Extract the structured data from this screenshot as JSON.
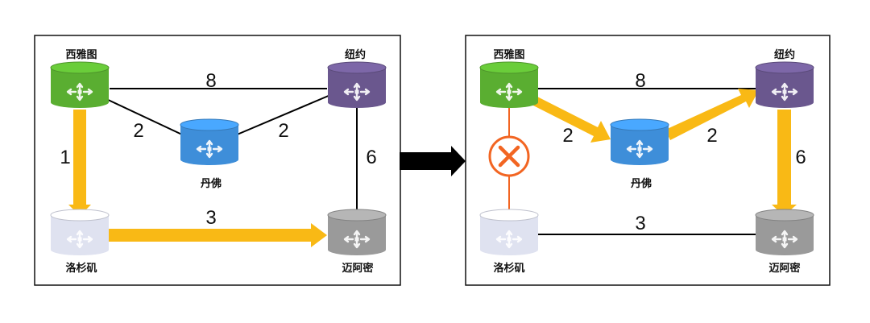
{
  "nodes": {
    "seattle": {
      "label": "西雅图",
      "color": "#5aae31"
    },
    "newyork": {
      "label": "纽约",
      "color": "#6a578e"
    },
    "denver": {
      "label": "丹佛",
      "color": "#3e8ed9"
    },
    "la": {
      "label": "洛杉矶",
      "color": "#dfe2f0"
    },
    "miami": {
      "label": "迈阿密",
      "color": "#9a9a9a"
    }
  },
  "left_panel": {
    "links": {
      "seattle_newyork": "8",
      "seattle_denver": "2",
      "denver_newyork": "2",
      "newyork_miami": "6",
      "seattle_la": "1",
      "la_miami": "3"
    },
    "highlighted_path": [
      "西雅图",
      "洛杉矶",
      "迈阿密"
    ]
  },
  "right_panel": {
    "links": {
      "seattle_newyork": "8",
      "seattle_denver": "2",
      "denver_newyork": "2",
      "newyork_miami": "6",
      "la_miami": "3"
    },
    "failed_link": [
      "西雅图",
      "洛杉矶"
    ],
    "highlighted_path": [
      "西雅图",
      "丹佛",
      "纽约",
      "迈阿密"
    ]
  },
  "colors": {
    "path_highlight": "#f9b915",
    "failure_mark": "#f26522",
    "link_line": "#000000",
    "transition_arrow": "#000000"
  },
  "icons": {
    "router": "router-cylinder-icon",
    "failure": "link-failure-x-icon",
    "transition": "right-arrow-icon"
  }
}
